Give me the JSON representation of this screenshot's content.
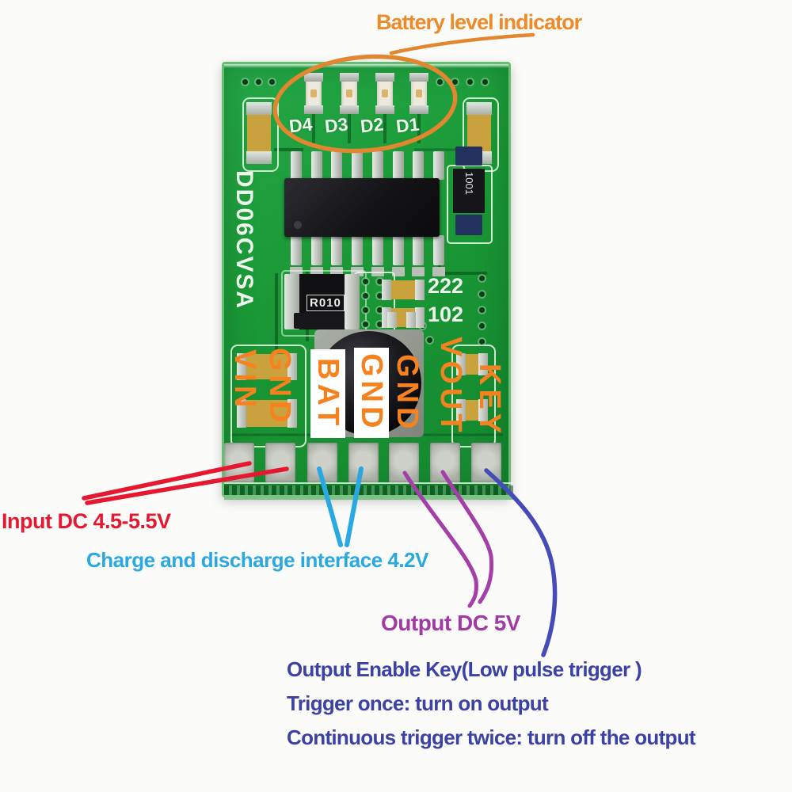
{
  "annotations": {
    "battery_level": "Battery level indicator",
    "input": "Input DC 4.5-5.5V",
    "charge": "Charge and discharge interface 4.2V",
    "output": "Output DC 5V",
    "key_line_1": "Output Enable Key(Low pulse trigger )",
    "key_line_2": "Trigger once: turn on output",
    "key_line_3": "Continuous trigger twice: turn off the output"
  },
  "board": {
    "silkscreen_model": "DD06CVSA",
    "led_labels": [
      "D4",
      "D3",
      "D2",
      "D1"
    ],
    "pin_labels": [
      {
        "name": "VIN",
        "white_bg": false
      },
      {
        "name": "GND",
        "white_bg": false
      },
      {
        "name": "BAT",
        "white_bg": true
      },
      {
        "name": "GND",
        "white_bg": true
      },
      {
        "name": "GND",
        "white_bg": false
      },
      {
        "name": "VOUT",
        "white_bg": false
      },
      {
        "name": "KEY",
        "white_bg": false
      }
    ],
    "component_markings": {
      "sense_resistor": "R010",
      "feedback_resistor": "1001",
      "capacitor_222": "222",
      "capacitor_102": "102"
    },
    "pad_count": 7
  },
  "colors": {
    "annotation_orange": "#EE8A28",
    "callout_orange": "#E2862F",
    "pin_label_orange": "#F5821F",
    "annotation_red": "#E5182F",
    "annotation_cyan": "#2AA8E1",
    "annotation_purple": "#A23AA5",
    "purple_line": "#A43FA8",
    "annotation_blue": "#3C41A6",
    "blue_line": "#454BB8",
    "pcb_green": "#1B9A37"
  }
}
